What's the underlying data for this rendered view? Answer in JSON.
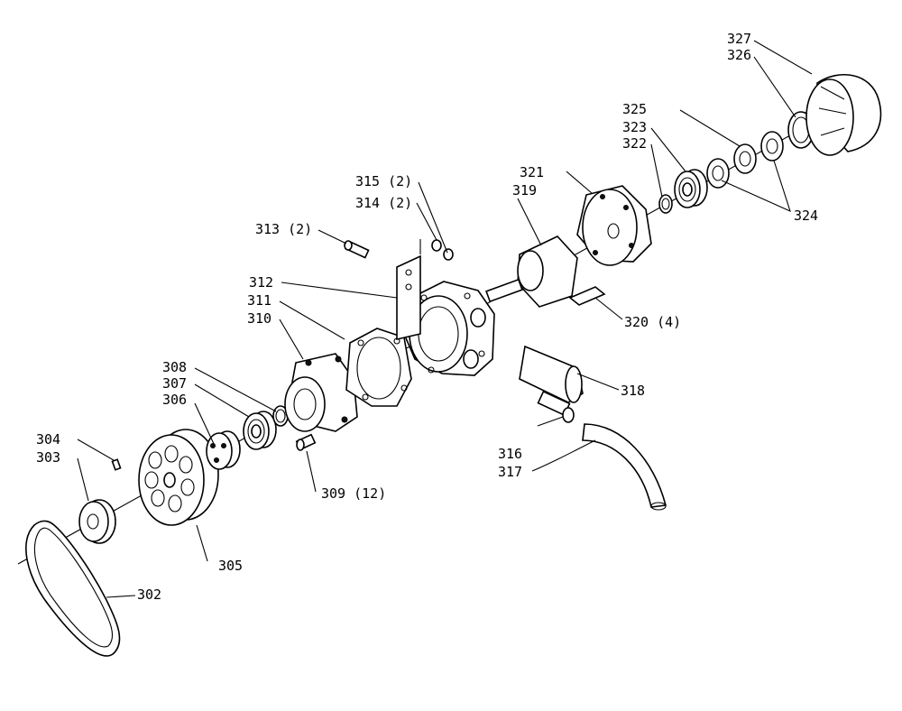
{
  "labels": {
    "l302": "302",
    "l303": "303",
    "l304": "304",
    "l305": "305",
    "l306": "306",
    "l307": "307",
    "l308": "308",
    "l309": "309 (12)",
    "l310": "310",
    "l311": "311",
    "l312": "312",
    "l313": "313 (2)",
    "l314": "314 (2)",
    "l315": "315 (2)",
    "l316": "316",
    "l317": "317",
    "l318": "318",
    "l319": "319",
    "l320": "320 (4)",
    "l321": "321",
    "l322": "322",
    "l323": "323",
    "l324": "324",
    "l325": "325",
    "l326": "326",
    "l327": "327"
  }
}
